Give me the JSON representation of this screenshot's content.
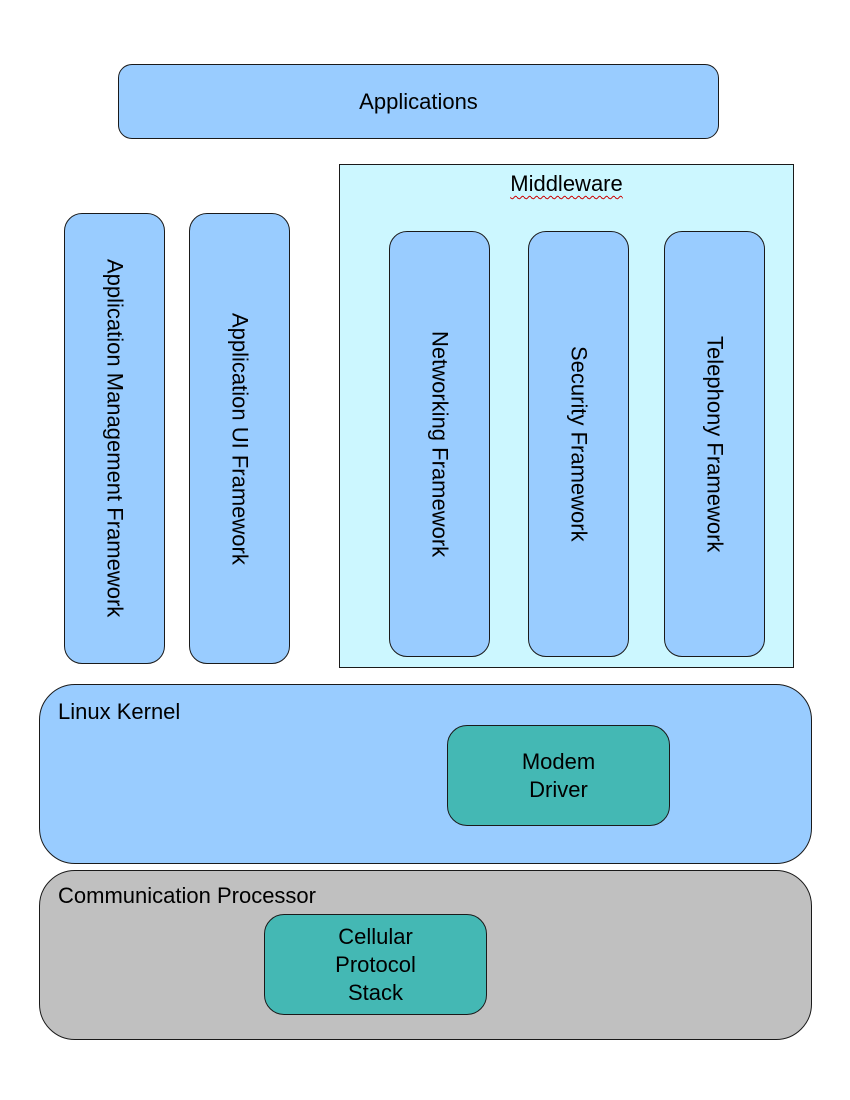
{
  "diagram": {
    "colors": {
      "layer_blue": "#99ccff",
      "component_teal": "#44b8b4",
      "processor_gray": "#c0c0c0",
      "middleware_cyan": "#ccf7ff"
    },
    "applications": {
      "label": "Applications"
    },
    "frameworks_left": [
      {
        "label": "Application Management Framework"
      },
      {
        "label": "Application UI Framework"
      }
    ],
    "middleware": {
      "title": "Middleware",
      "frameworks": [
        {
          "label": "Networking Framework"
        },
        {
          "label": "Security Framework"
        },
        {
          "label": "Telephony Framework"
        }
      ]
    },
    "linux_kernel": {
      "label": "Linux Kernel",
      "modem_driver": {
        "line1": "Modem",
        "line2": "Driver"
      }
    },
    "communication_processor": {
      "label": "Communication Processor",
      "cellular_stack": {
        "line1": "Cellular",
        "line2": "Protocol",
        "line3": "Stack"
      }
    }
  }
}
